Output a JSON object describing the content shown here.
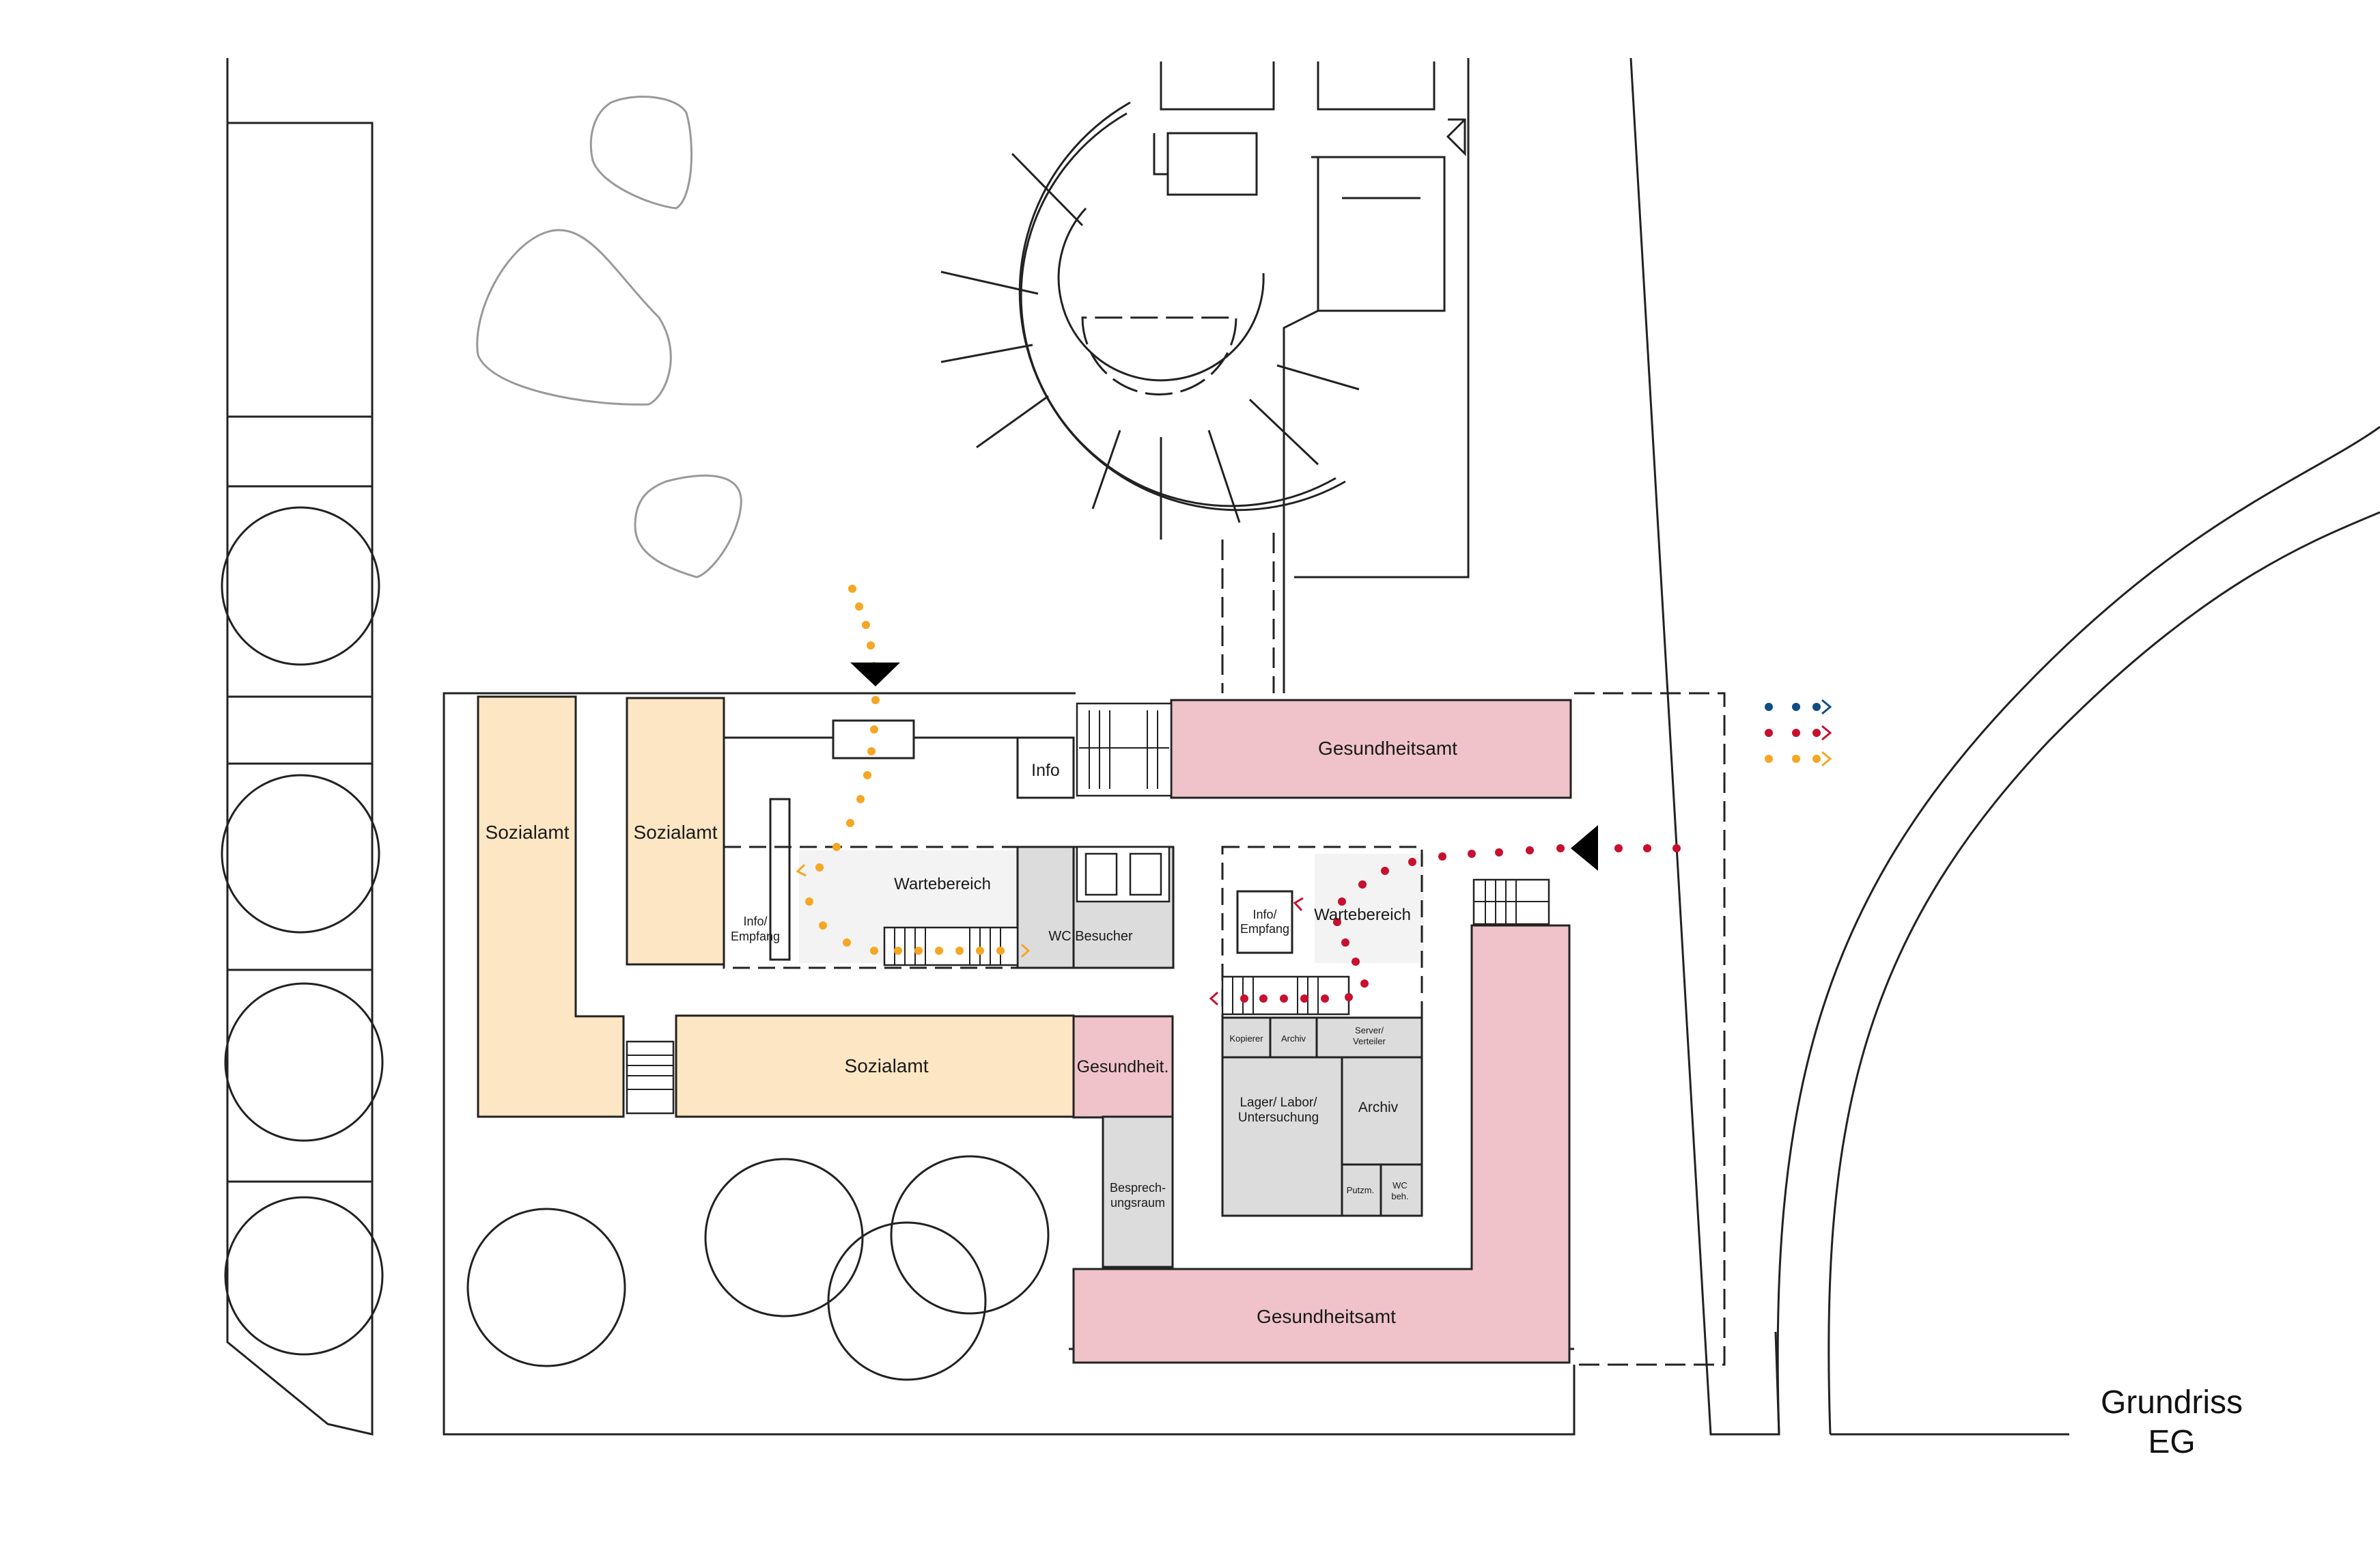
{
  "title": {
    "line1": "Grundriss",
    "line2": "EG"
  },
  "labels": {
    "sozialamt_west": "Sozialamt",
    "sozialamt_mid": "Sozialamt",
    "sozialamt_south": "Sozialamt",
    "gesundheitsamt_north": "Gesundheitsamt",
    "gesundheitsamt_south": "Gesundheitsamt",
    "gesundheit_short": "Gesundheit.",
    "info": "Info",
    "info_empfang_1": [
      "Info/",
      "Empfang"
    ],
    "info_empfang_2": [
      "Info/",
      "Empfang"
    ],
    "wartebereich_1": "Wartebereich",
    "wartebereich_2": "Wartebereich",
    "wc_besucher": "WC Besucher",
    "besprechungsraum": [
      "Besprech-",
      "ungsraum"
    ],
    "kopierer": "Kopierer",
    "archiv_small": "Archiv",
    "server": [
      "Server/",
      "Verteiler"
    ],
    "lager": [
      "Lager/ Labor/",
      "Untersuchung"
    ],
    "archiv": "Archiv",
    "putzm": "Putzm.",
    "wc_beh": [
      "WC",
      "beh."
    ]
  },
  "colors": {
    "sozialamt": "#fce6c3",
    "gesundheitsamt": "#efc3c9",
    "service_grey": "#dcdcdc",
    "waiting_grey": "#f3f3f3",
    "line": "#222222",
    "tree_outline": "#999999",
    "path_blue": "#0f4d86",
    "path_red": "#c8102e",
    "path_orange": "#f5a623"
  },
  "legend": [
    {
      "color": "path_blue"
    },
    {
      "color": "path_red"
    },
    {
      "color": "path_orange"
    }
  ]
}
